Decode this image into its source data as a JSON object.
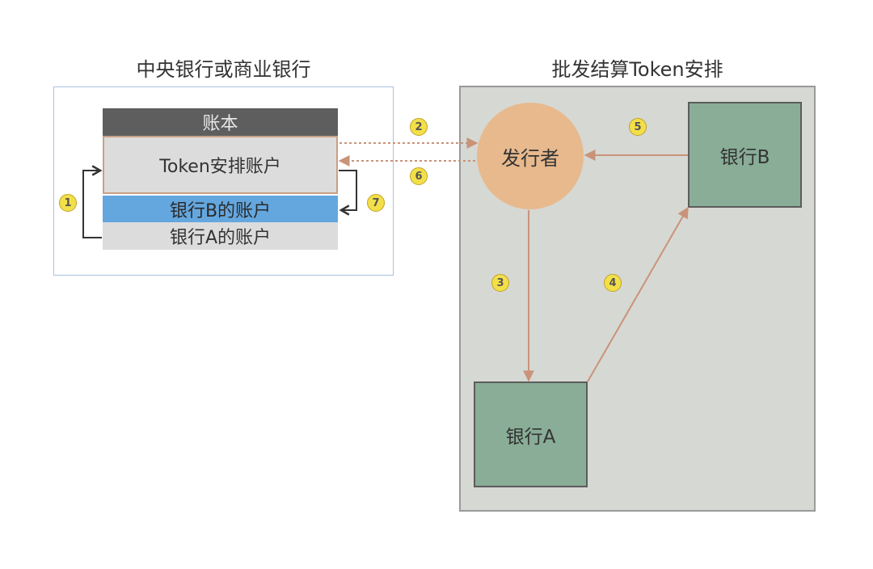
{
  "left_title": "中央银行或商业银行",
  "right_title": "批发结算Token安排",
  "ledger": {
    "header": "账本",
    "token_account": "Token安排账户",
    "bank_b_account": "银行B的账户",
    "bank_a_account": "银行A的账户"
  },
  "issuer": "发行者",
  "bank_a": "银行A",
  "bank_b": "银行B",
  "steps": [
    "1",
    "2",
    "3",
    "4",
    "5",
    "6",
    "7"
  ],
  "colors": {
    "flow_arrow": "#c9937a",
    "ledger_arrow": "#333333",
    "step_badge": "#f3df48",
    "bank_box": "#89ad96",
    "issuer": "#e7b98d"
  }
}
